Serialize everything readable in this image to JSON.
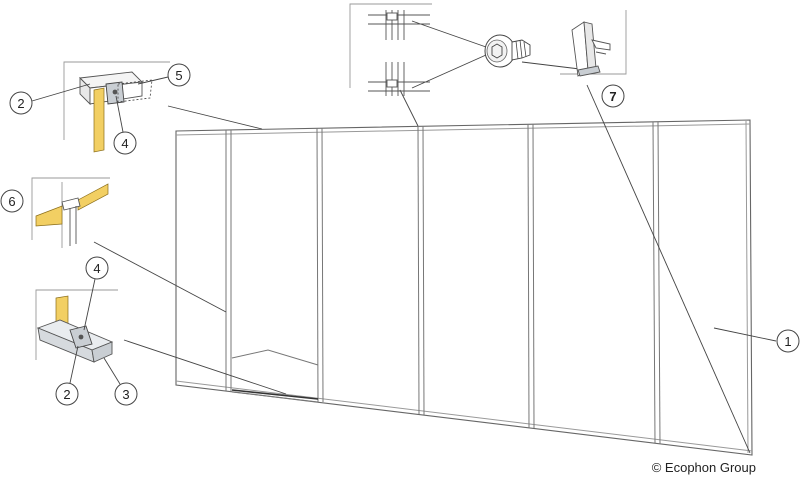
{
  "diagram": {
    "callouts": [
      {
        "id": "c1",
        "label": "1"
      },
      {
        "id": "c2a",
        "label": "2"
      },
      {
        "id": "c4a",
        "label": "4"
      },
      {
        "id": "c5",
        "label": "5"
      },
      {
        "id": "c6",
        "label": "6"
      },
      {
        "id": "c4b",
        "label": "4"
      },
      {
        "id": "c2b",
        "label": "2"
      },
      {
        "id": "c3",
        "label": "3"
      },
      {
        "id": "c7",
        "label": "7"
      }
    ],
    "copyright": "© Ecophon Group"
  },
  "colors": {
    "line": "#555555",
    "panel_yellow": "#f2cf63",
    "metal": "#c9ced3"
  }
}
